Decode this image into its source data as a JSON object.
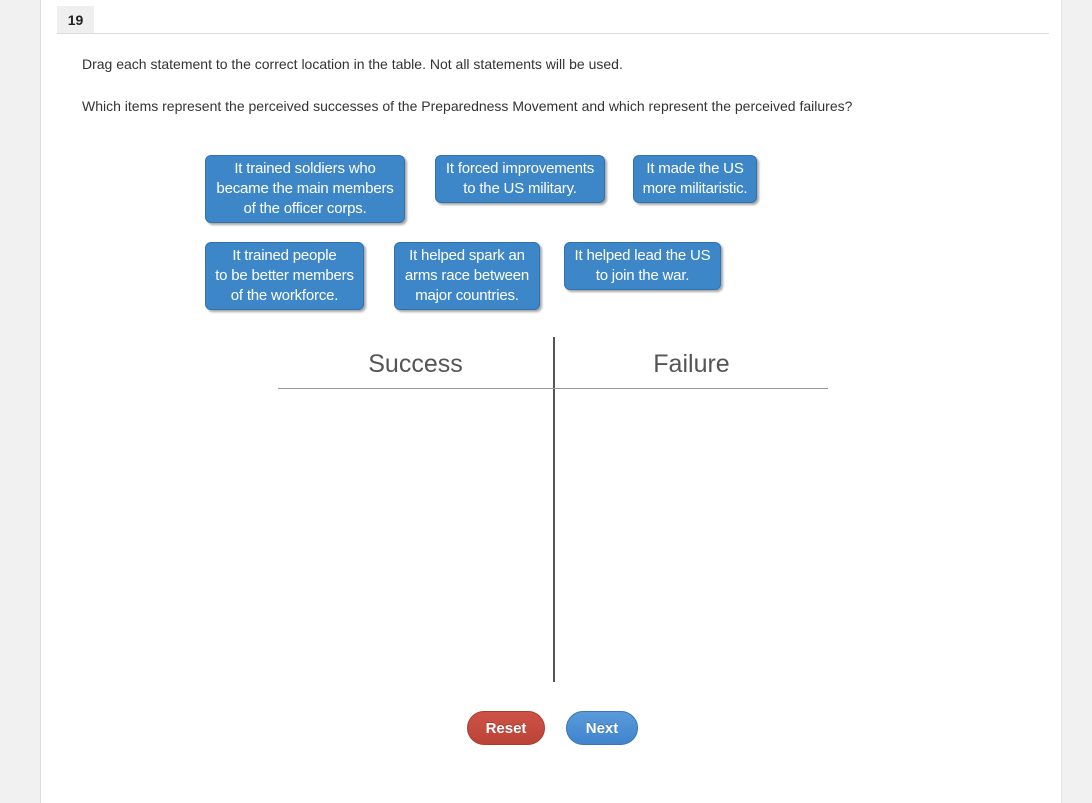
{
  "page": {
    "question_number": "19",
    "instruction": "Drag each statement to the correct location in the table. Not all statements will be used.",
    "question": "Which items represent the perceived successes of the Preparedness Movement and which represent the perceived failures?"
  },
  "statements": [
    "It trained soldiers who\nbecame the main members\nof the officer corps.",
    "It forced improvements\nto the US military.",
    "It made the US\nmore militaristic.",
    "It trained people\nto be better members\nof the workforce.",
    "It helped spark an\narms race between\nmajor countries.",
    "It helped lead the US\nto join the war."
  ],
  "table": {
    "columns": [
      "Success",
      "Failure"
    ]
  },
  "buttons": {
    "reset_label": "Reset",
    "next_label": "Next"
  },
  "colors": {
    "page_bg": "#f1f1f1",
    "panel_bg": "#ffffff",
    "tab_bg": "#efefef",
    "text": "#333333",
    "statement_bg": "#3d87c9",
    "statement_border": "#2f72ad",
    "statement_text": "#ffffff",
    "table_vline": "#555555",
    "table_hline": "#999999",
    "table_header_text": "#555555",
    "reset_bg": "#c44a3e",
    "next_bg": "#4a90d5",
    "button_text": "#ffffff"
  }
}
